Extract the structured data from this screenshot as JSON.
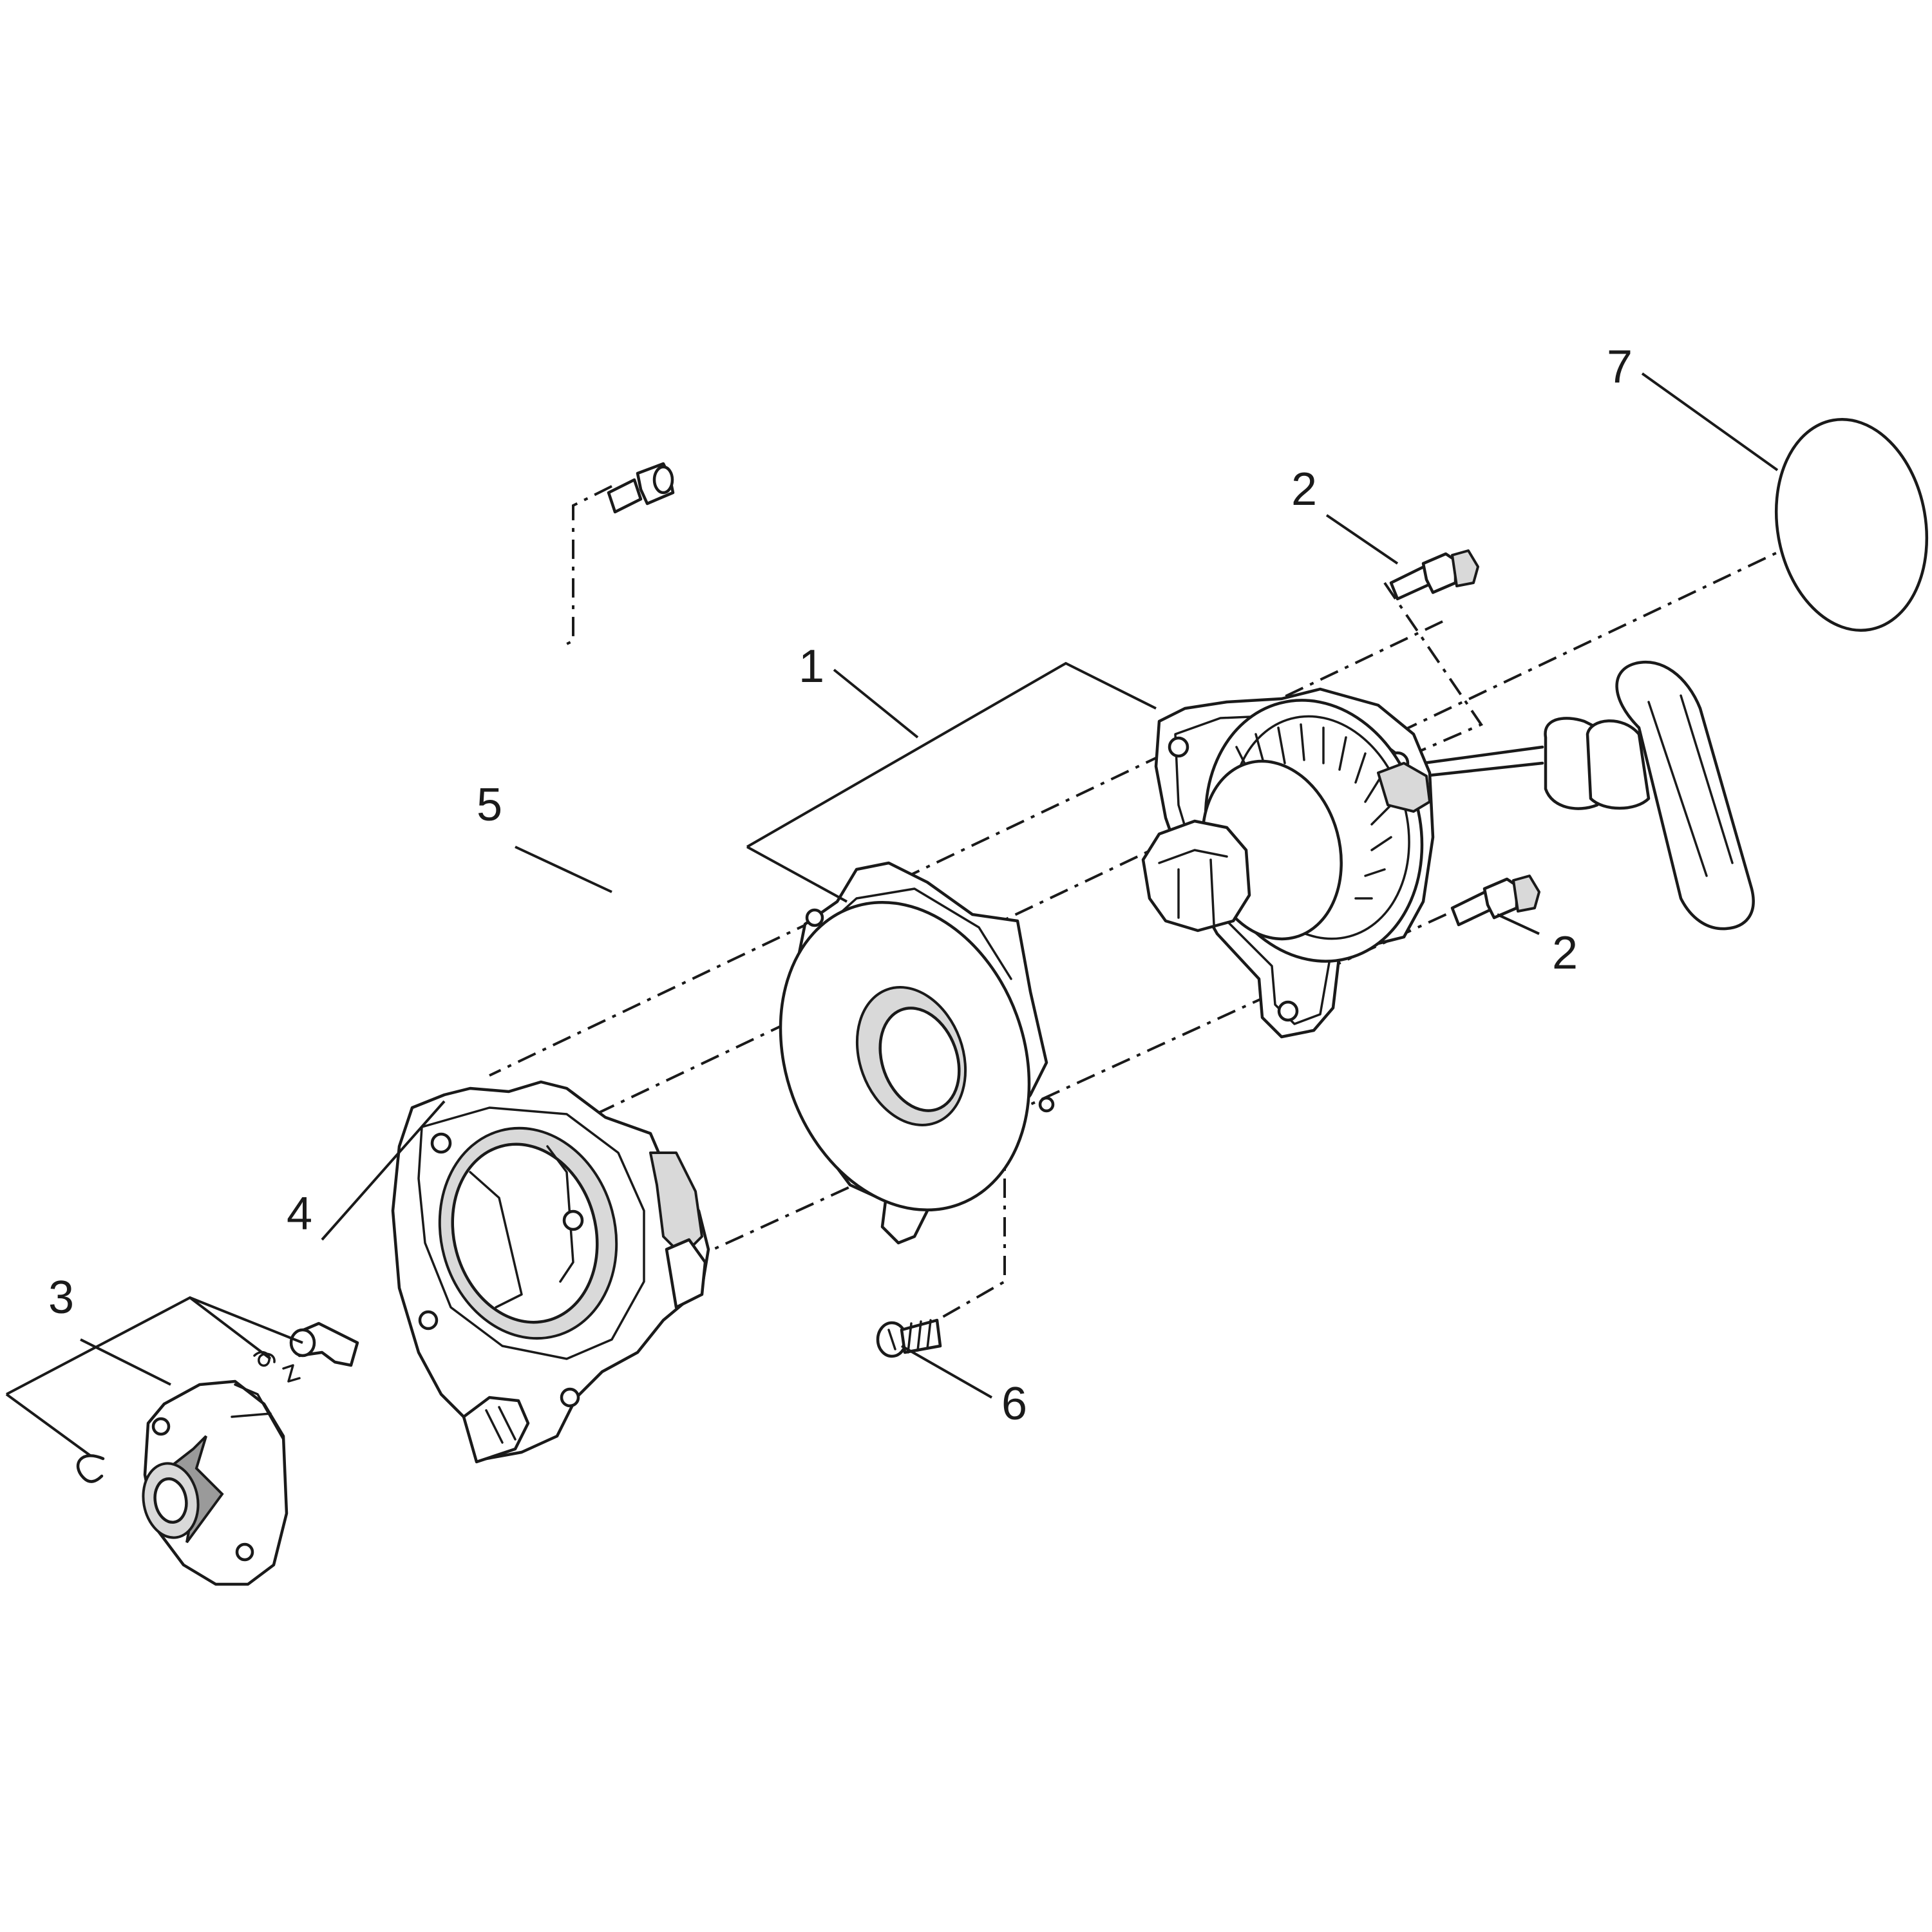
{
  "callouts": {
    "c1": "1",
    "c2a": "2",
    "c2b": "2",
    "c3": "3",
    "c4": "4",
    "c5": "5",
    "c6": "6",
    "c7": "7"
  },
  "colors": {
    "line": "#1a1a1a",
    "background": "#ffffff",
    "shade": "#d9d9d9"
  }
}
